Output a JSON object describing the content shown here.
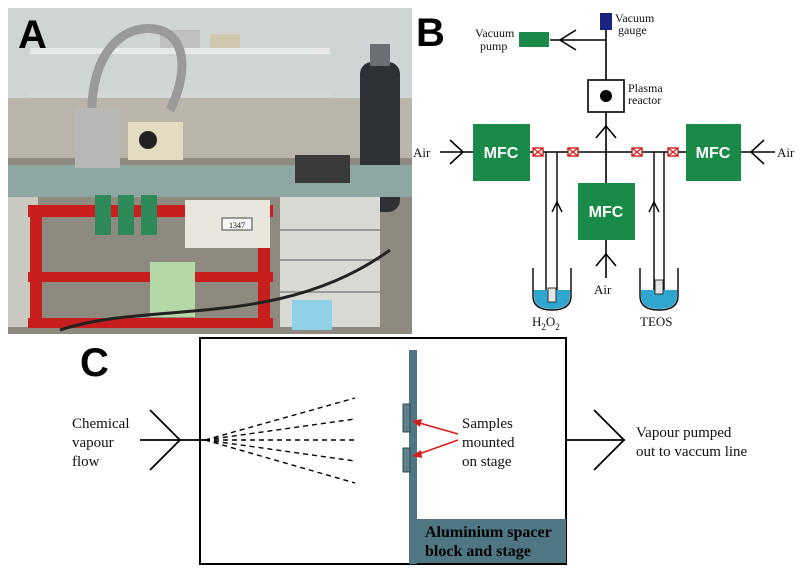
{
  "panel_labels": {
    "a": "A",
    "b": "B",
    "c": "C"
  },
  "photo": {
    "display_value": "1347"
  },
  "diagram_b": {
    "vacuum_pump": [
      "Vacuum",
      "pump"
    ],
    "vacuum_gauge": [
      "Vacuum",
      "gauge"
    ],
    "plasma_reactor": [
      "Plasma",
      "reactor"
    ],
    "mfc_label": "MFC",
    "air_left": "Air",
    "air_right": "Air",
    "air_bottom": "Air",
    "h2o2": {
      "h": "H",
      "sub1": "2",
      "o": "O",
      "sub2": "2"
    },
    "teos": "TEOS"
  },
  "diagram_c": {
    "inlet": [
      "Chemical",
      "vapour",
      "flow"
    ],
    "samples": [
      "Samples",
      "mounted",
      "on stage"
    ],
    "outlet": [
      "Vapour pumped",
      "out to vaccum line"
    ],
    "spacer": [
      "Aluminium spacer",
      "block and stage"
    ]
  },
  "colors": {
    "mfc_green": "#1a8a48",
    "pump_green": "#1a8a48",
    "gauge_blue": "#1a237e",
    "liquid_blue": "#2fa6cf",
    "valve_red": "#d11a1a",
    "stage_slate": "#4f7783",
    "arrow_red": "#d81b1b"
  }
}
